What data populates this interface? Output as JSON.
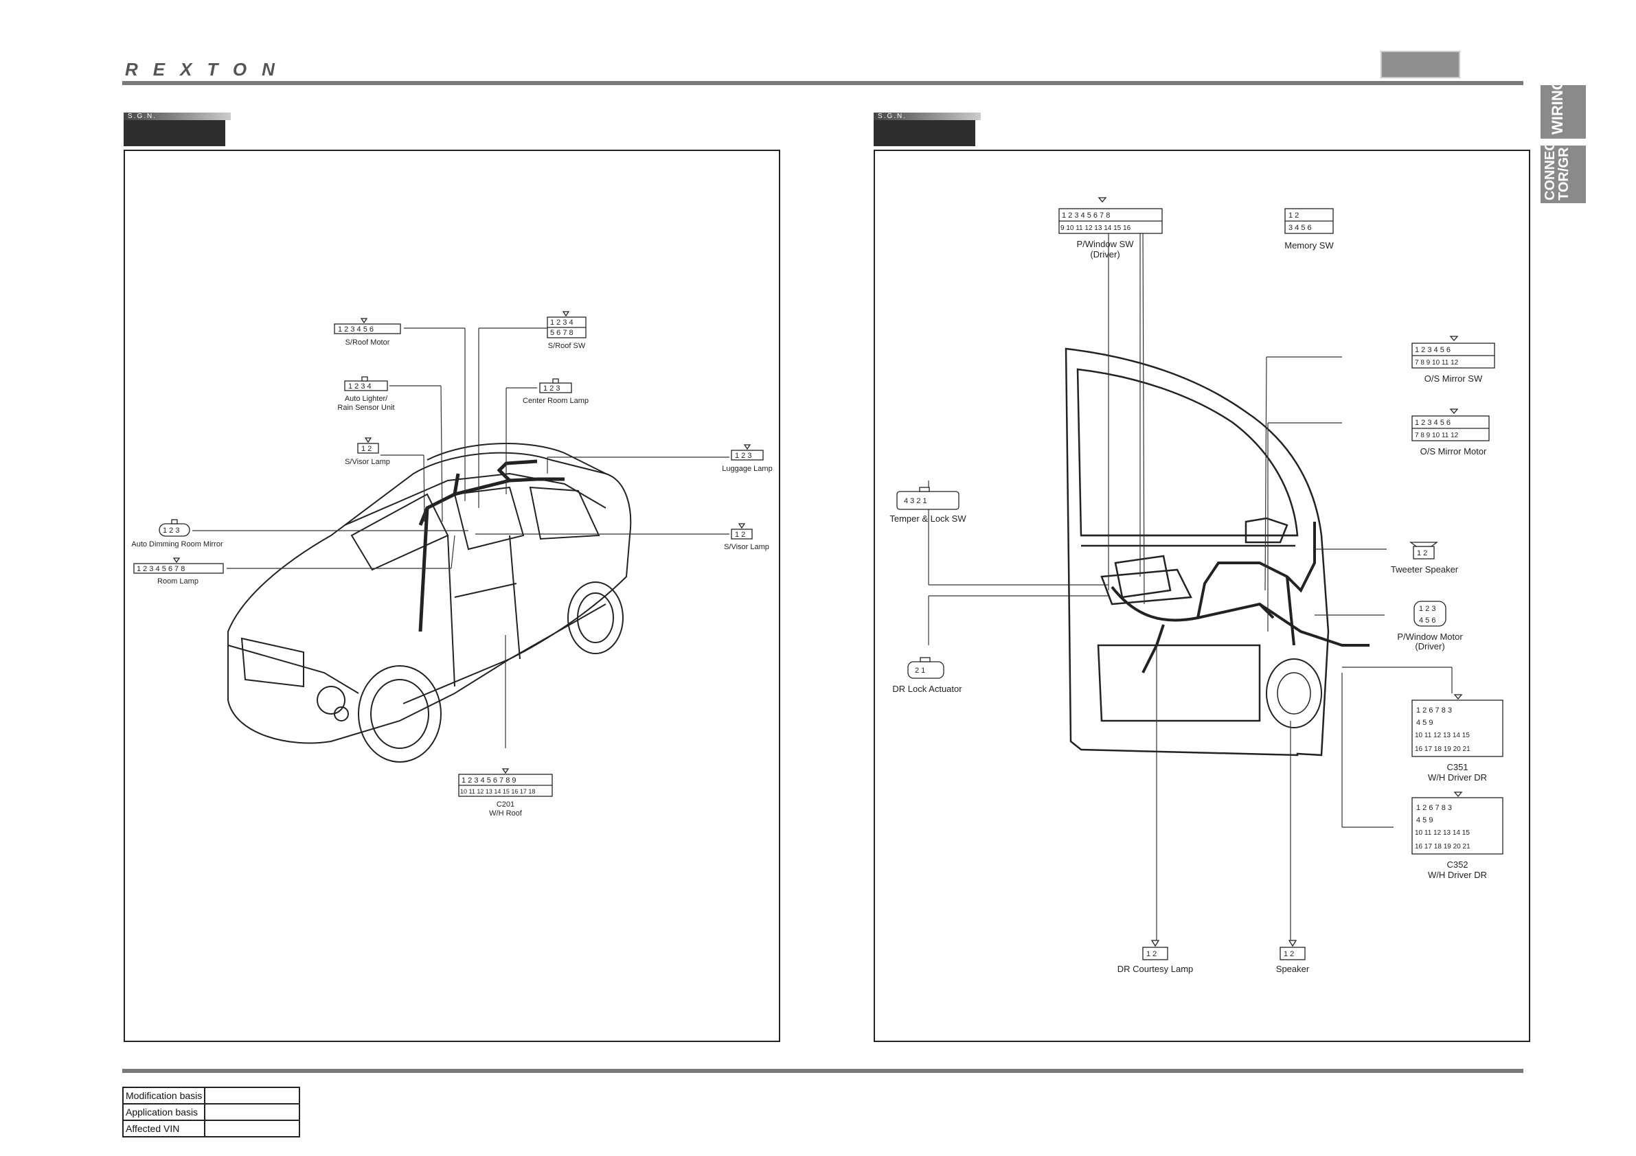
{
  "header": {
    "logo": "REXTON",
    "side_tabs": [
      "WIRING",
      "CONNEC TOR/GR"
    ]
  },
  "left_panel": {
    "sgn_label": "S.G.N.",
    "connectors": [
      {
        "name": "S/Roof Motor",
        "pins": "1 2 3 4 5 6"
      },
      {
        "name": "S/Roof SW",
        "pins": "1 2 3 4 / 5 6 7 8"
      },
      {
        "name": "Auto Lighter/",
        "name2": "Rain Sensor Unit",
        "pins": "1 2 3 4"
      },
      {
        "name": "Center Room Lamp",
        "pins": "1 2 3"
      },
      {
        "name": "S/Visor Lamp",
        "pins": "1 2"
      },
      {
        "name": "Luggage Lamp",
        "pins": "1 2 3"
      },
      {
        "name": "Auto Dimming Room Mirror",
        "pins": "1 2 3"
      },
      {
        "name": "S/Visor Lamp",
        "pins": "1 2"
      },
      {
        "name": "Room Lamp",
        "pins": "1 2 3 4 5 6 7 8"
      },
      {
        "name": "C201",
        "name2": "W/H Roof",
        "pins": "1-9 / 10-18"
      }
    ]
  },
  "right_panel": {
    "sgn_label": "S.G.N.",
    "connectors": [
      {
        "name": "P/Window SW",
        "name2": "(Driver)"
      },
      {
        "name": "Memory SW"
      },
      {
        "name": "O/S Mirror SW"
      },
      {
        "name": "O/S Mirror Motor"
      },
      {
        "name": "Temper & Lock SW"
      },
      {
        "name": "Tweeter Speaker"
      },
      {
        "name": "P/Window Motor",
        "name2": "(Driver)"
      },
      {
        "name": "DR Lock Actuator"
      },
      {
        "name": "C351",
        "name2": "W/H Driver DR"
      },
      {
        "name": "C352",
        "name2": "W/H Driver DR"
      },
      {
        "name": "DR Courtesy Lamp"
      },
      {
        "name": "Speaker"
      }
    ]
  },
  "footer": {
    "rows": [
      {
        "label": "Modification basis",
        "value": ""
      },
      {
        "label": "Application basis",
        "value": ""
      },
      {
        "label": "Affected VIN",
        "value": ""
      }
    ]
  }
}
